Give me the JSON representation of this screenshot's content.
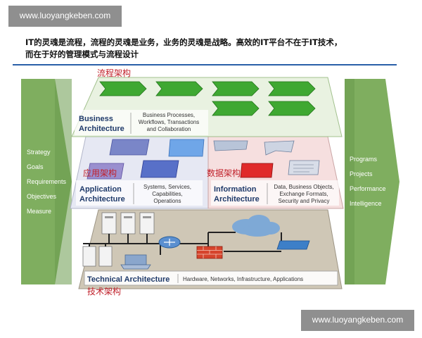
{
  "watermark": {
    "top": "www.luoyangkeben.com",
    "bottom": "www.luoyangkeben.com"
  },
  "header": {
    "line1": "IT的灵魂是流程，流程的灵魂是业务，业务的灵魂是战略。高效的IT平台不在于IT技术，",
    "line2": "而在于好的管理模式与流程设计"
  },
  "left_pillar": {
    "items": [
      "Strategy",
      "Goals",
      "Requirements",
      "Objectives",
      "Measure"
    ]
  },
  "right_pillar": {
    "items": [
      "Programs",
      "Projects",
      "Performance",
      "Intelligence"
    ]
  },
  "business": {
    "cn_label": "流程架构",
    "title_line1": "Business",
    "title_line2": "Architecture",
    "desc": [
      "Business Processes,",
      "Workflows, Transactions",
      "and Collaboration"
    ]
  },
  "application": {
    "cn_label": "应用架构",
    "title_line1": "Application",
    "title_line2": "Architecture",
    "desc": [
      "Systems, Services,",
      "Capabilities,",
      "Operations"
    ]
  },
  "information": {
    "cn_label": "数据架构",
    "title_line1": "Information",
    "title_line2": "Architecture",
    "desc": [
      "Data, Business Objects,",
      "Exchange Formats,",
      "Security and Privacy"
    ]
  },
  "technical": {
    "cn_label": "技术架构",
    "title": "Technical Architecture",
    "desc": "Hardware, Networks, Infrastructure, Applications"
  },
  "colors": {
    "pillar": "#7fae5f",
    "arrow_green": "#3fa832",
    "label_red": "#c0202a",
    "business_bg": "#e9f2e1",
    "app_bg": "#e6e8f3",
    "info_bg": "#f6dede",
    "tech_bg": "#cfc7b6"
  }
}
